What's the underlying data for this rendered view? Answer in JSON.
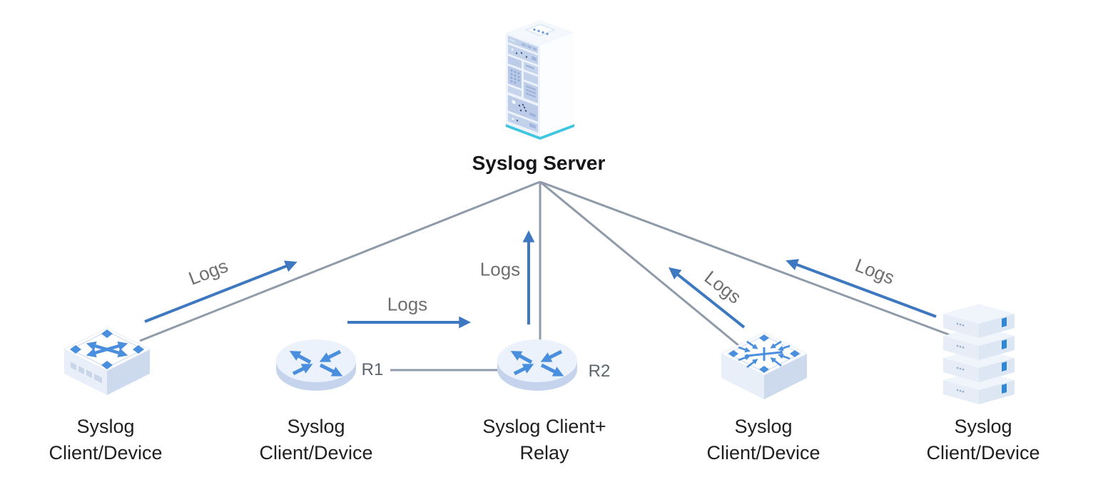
{
  "diagram": {
    "nodes": [
      {
        "id": "syslog-server",
        "type": "server-rack",
        "label": "Syslog Server"
      },
      {
        "id": "client-device-1",
        "type": "switch",
        "label1": "Syslog",
        "label2": "Client/Device"
      },
      {
        "id": "router-r1",
        "type": "router",
        "name": "R1",
        "label1": "Syslog",
        "label2": "Client/Device"
      },
      {
        "id": "router-r2",
        "type": "router",
        "name": "R2",
        "label1": "Syslog Client+",
        "label2": "Relay"
      },
      {
        "id": "client-device-4",
        "type": "multilayer-switch",
        "label1": "Syslog",
        "label2": "Client/Device"
      },
      {
        "id": "client-device-5",
        "type": "server-stack",
        "label1": "Syslog",
        "label2": "Client/Device"
      }
    ],
    "edges": [
      {
        "from": "client-device-1",
        "to": "syslog-server",
        "label": "Logs"
      },
      {
        "from": "router-r1",
        "to": "router-r2",
        "label": "Logs"
      },
      {
        "from": "router-r2",
        "to": "syslog-server",
        "label": "Logs"
      },
      {
        "from": "client-device-4",
        "to": "syslog-server",
        "label": "Logs"
      },
      {
        "from": "client-device-5",
        "to": "syslog-server",
        "label": "Logs"
      }
    ],
    "colors": {
      "connection_line": "#8f9ba9",
      "flow_arrow": "#3d78c0",
      "flow_label_text": "#6f6f6f",
      "node_label_text": "#1f1f1f",
      "device_name_text": "#5d646e",
      "icon_blue": "#4a8ede",
      "icon_panel_blue": "#bccce8",
      "icon_base_cyan": "#3ec6e0"
    }
  }
}
